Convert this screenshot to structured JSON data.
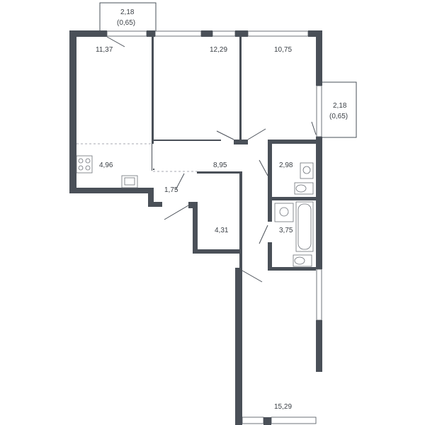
{
  "rooms": [
    {
      "id": "room-1",
      "area": "11,37"
    },
    {
      "id": "room-2",
      "area": "12,29"
    },
    {
      "id": "room-3",
      "area": "10,75"
    },
    {
      "id": "kitchen",
      "area": "4,96"
    },
    {
      "id": "hall",
      "area": "8,95"
    },
    {
      "id": "corridor",
      "area": "1,75"
    },
    {
      "id": "storage",
      "area": "4,31"
    },
    {
      "id": "wc",
      "area": "2,98"
    },
    {
      "id": "bathroom",
      "area": "3,75"
    },
    {
      "id": "living-room",
      "area": "15,29"
    }
  ],
  "balconies": [
    {
      "id": "balcony-top",
      "area": "2,18",
      "reduced": "(0,65)"
    },
    {
      "id": "balcony-right",
      "area": "2,18",
      "reduced": "(0,65)"
    }
  ],
  "colors": {
    "wall": "#4a5058",
    "text": "#3a3f45",
    "background": "#ffffff"
  }
}
